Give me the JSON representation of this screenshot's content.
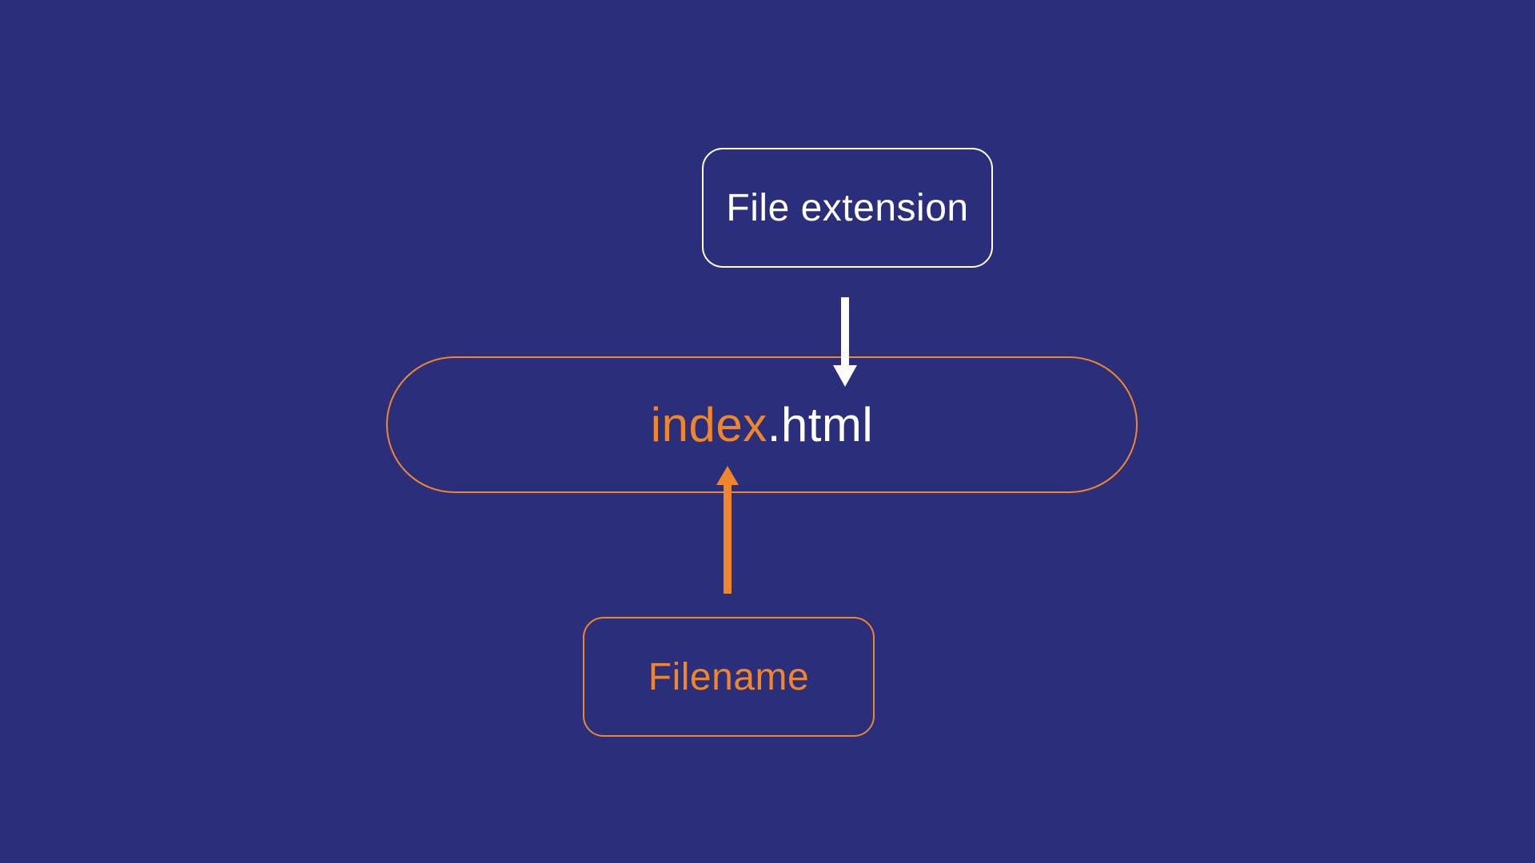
{
  "colors": {
    "background": "#2B2E7A",
    "orange": "#F0862C",
    "white": "#FFFFFF"
  },
  "diagram": {
    "extension_box": {
      "label": "File extension"
    },
    "pill": {
      "filename_part": "index",
      "extension_part": ".html"
    },
    "filename_box": {
      "label": "Filename"
    },
    "arrows": {
      "down_arrow": "white arrow from File extension box pointing down at .html",
      "up_arrow": "orange arrow from Filename box pointing up at index"
    }
  }
}
